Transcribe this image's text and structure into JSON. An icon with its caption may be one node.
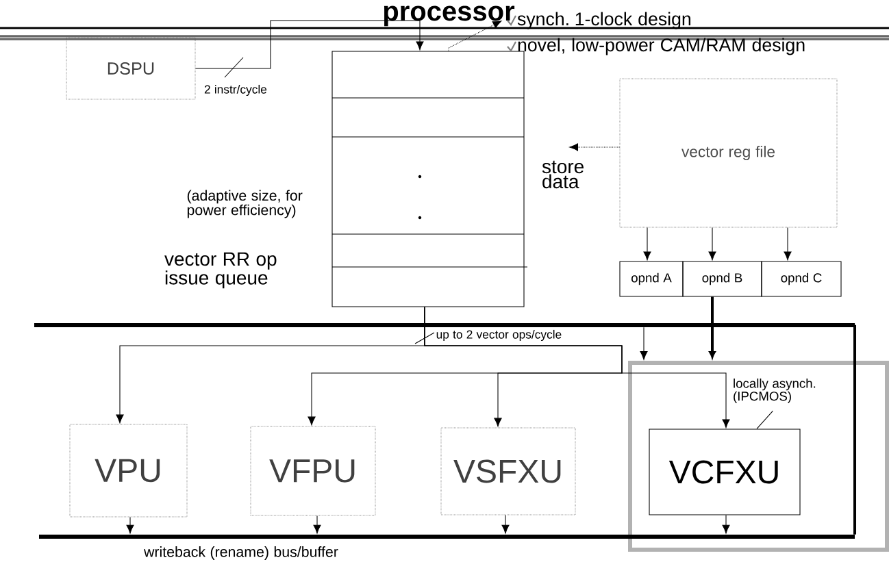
{
  "diagram": {
    "title": "processor",
    "nodes": [
      {
        "text": [
          "DSPU"
        ]
      },
      {
        "text": [],
        "shape": "box",
        "beside": [
          "(adaptive size, for power efficiency)",
          "vector RR op issue queue"
        ]
      },
      {
        "text": [
          "vector reg file"
        ]
      },
      {
        "text": [
          "opnd A"
        ]
      },
      {
        "text": [
          "opnd B"
        ]
      },
      {
        "text": [
          "opnd C"
        ]
      },
      {
        "text": [],
        "shape": "bar"
      },
      {
        "text": [
          "VPU"
        ]
      },
      {
        "text": [
          "VFPU"
        ]
      },
      {
        "text": [
          "VSFXU"
        ]
      },
      {
        "text": [],
        "shape": "box"
      },
      {
        "text": [
          "VCFXU"
        ],
        "in": 10
      },
      {
        "text": [
          "locally asynch. (IPCMOS)"
        ],
        "in": 10
      },
      {
        "text": [],
        "shape": "bar",
        "beside": [
          "writeback (rename) bus/buffer"
        ]
      },
      {
        "text": [
          "synch. 1-clock design"
        ]
      },
      {
        "text": [
          "novel, low-power CAM/RAM design"
        ]
      }
    ],
    "edges": [
      {
        "from": 0,
        "to": 1,
        "arrow": "to",
        "label": "2 instr/cycle"
      },
      {
        "from": 1,
        "to": 14,
        "arrow": "to",
        "style": "dashed"
      },
      {
        "from": 2,
        "to": null,
        "arrow": "to",
        "style": "dashed",
        "label": "store data"
      },
      {
        "from": 2,
        "to": 3,
        "arrow": "to"
      },
      {
        "from": 2,
        "to": 4,
        "arrow": "to"
      },
      {
        "from": 2,
        "to": 5,
        "arrow": "to"
      },
      {
        "from": 4,
        "to": 10,
        "arrow": "to",
        "style": "thick"
      },
      {
        "from": 1,
        "to": 7,
        "arrow": "to",
        "label": "up to 2 vector ops/cycle"
      },
      {
        "from": 1,
        "to": 8,
        "arrow": "to"
      },
      {
        "from": 1,
        "to": 9,
        "arrow": "to"
      },
      {
        "from": 1,
        "to": 11,
        "arrow": "to"
      },
      {
        "from": 6,
        "to": 10,
        "arrow": "to"
      },
      {
        "from": 7,
        "to": 13,
        "arrow": "to"
      },
      {
        "from": 8,
        "to": 13,
        "arrow": "to"
      },
      {
        "from": 9,
        "to": 13,
        "arrow": "to"
      },
      {
        "from": 11,
        "to": 13,
        "arrow": "to"
      },
      {
        "from": 12,
        "to": 11,
        "arrow": "none"
      },
      {
        "from": 6,
        "to": 13,
        "arrow": "none",
        "style": "thick"
      }
    ]
  }
}
